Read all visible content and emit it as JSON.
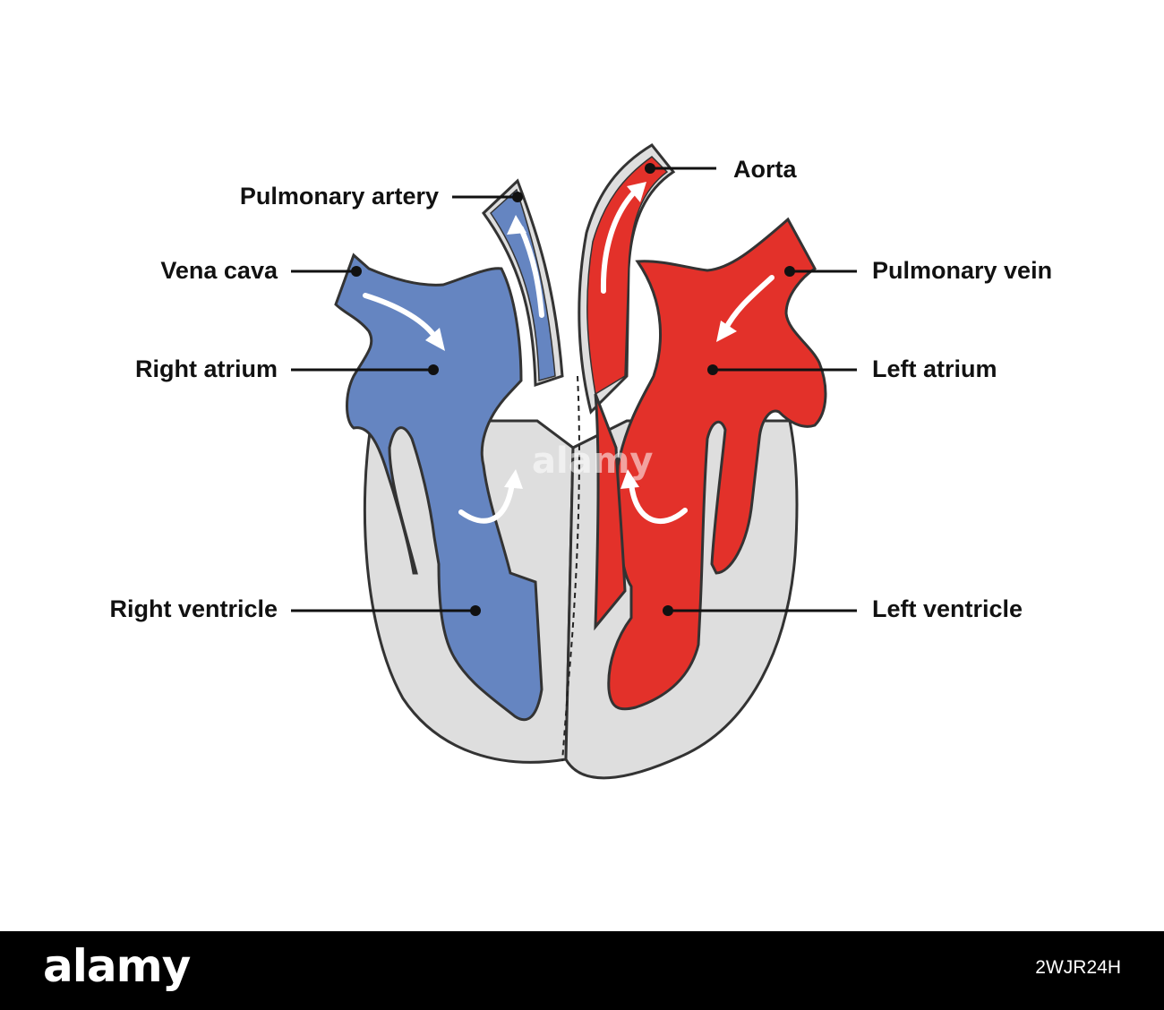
{
  "labels": {
    "aorta": "Aorta",
    "pulmonary_artery": "Pulmonary artery",
    "vena_cava": "Vena cava",
    "pulmonary_vein": "Pulmonary vein",
    "right_atrium": "Right atrium",
    "left_atrium": "Left atrium",
    "right_ventricle": "Right ventricle",
    "left_ventricle": "Left ventricle"
  },
  "colors": {
    "deoxygenated": "#6585c1",
    "oxygenated": "#e3312a",
    "tissue": "#dedede",
    "outline": "#333333",
    "arrow": "#ffffff"
  },
  "watermark": "alamy",
  "footer": {
    "logo": "alamy",
    "image_id": "2WJR24H"
  }
}
